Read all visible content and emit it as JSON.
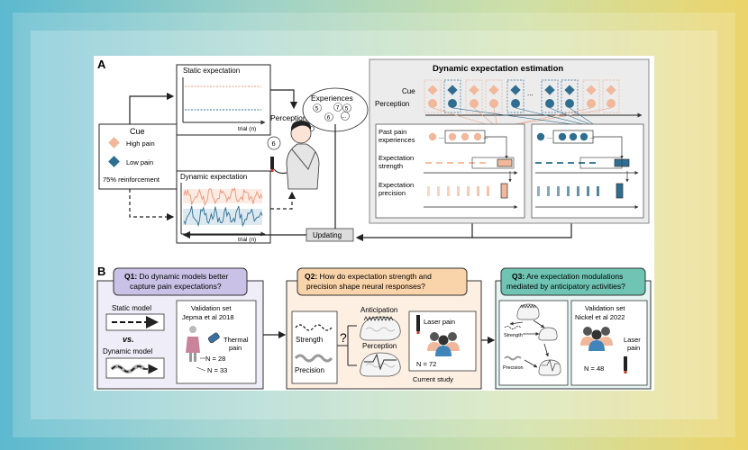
{
  "panel_a": {
    "label": "A",
    "static_title": "Static expectation",
    "static_axis": "trial (n)",
    "cue_title": "Cue",
    "high_pain": "High pain",
    "low_pain": "Low pain",
    "reinforcement": "75% reinforcement",
    "dynamic_title": "Dynamic expectation",
    "dynamic_axis": "trial (n)",
    "perception": "Perception",
    "experiences": "Experiences",
    "bubble_numbers": [
      "5",
      "7",
      "5",
      "6"
    ],
    "ellipsis": "...",
    "head_bubble": "6",
    "updating": "Updating",
    "dyn_est_title": "Dynamic expectation estimation",
    "row_cue": "Cue",
    "row_perception": "Perception",
    "past_pain_1": "Past pain",
    "past_pain_2": "experiences",
    "exp_strength_1": "Expectation",
    "exp_strength_2": "strength",
    "exp_precision_1": "Expectation",
    "exp_precision_2": "precision"
  },
  "panel_b": {
    "label": "B",
    "q1_bold": "Q1:",
    "q1_text1": " Do dynamic models better",
    "q1_text2": "capture pain expectations?",
    "static_model": "Static model",
    "vs": "vs.",
    "dynamic_model": "Dynamic model",
    "validation_set": "Validation set",
    "jepma": "Jepma et al 2018",
    "thermal1": "Thermal",
    "thermal2": "pain",
    "n28": "N = 28",
    "n33": "N = 33",
    "q2_bold": "Q2:",
    "q2_text1": " How do expectation strength and",
    "q2_text2": "precision shape neural responses?",
    "strength": "Strength",
    "precision": "Precision",
    "question_mark": "?",
    "anticipation": "Anticipation",
    "perception": "Perception",
    "laser_pain": "Laser pain",
    "n72": "N = 72",
    "current_study": "Current study",
    "q3_bold": "Q3:",
    "q3_text1": " Are expectation modulations",
    "q3_text2": "mediated by anticipatory activities?",
    "q3_strength": "Strength",
    "q3_precision": "Precision",
    "q3_validation": "Validation set",
    "nickel": "Nickel et al 2022",
    "laser1": "Laser",
    "laser2": "pain",
    "n48": "N = 48"
  },
  "colors": {
    "high_pain": "#f2b89b",
    "low_pain": "#2f6e90",
    "q1_fill": "#c9c2e6",
    "q2_fill": "#f9d3a9",
    "q3_fill": "#6fc4b4"
  }
}
